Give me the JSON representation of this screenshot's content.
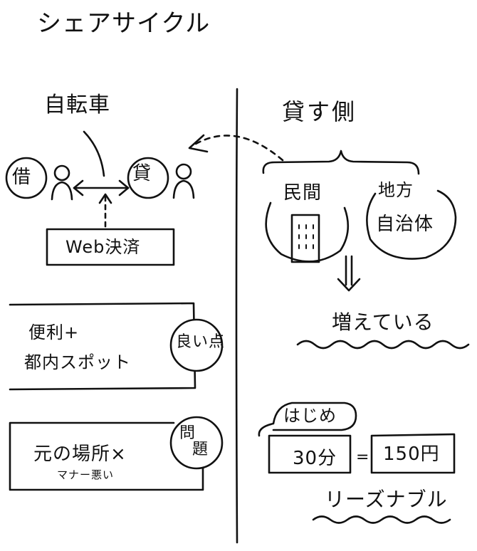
{
  "title": "シェアサイクル",
  "left": {
    "bicycle": "自転車",
    "borrower": "借",
    "lender": "貸",
    "payment": "Web決済"
  },
  "right": {
    "heading": "貸す側",
    "private_sector": "民間",
    "local_gov_line1": "地方",
    "local_gov_line2": "自治体",
    "increasing": "増えている"
  },
  "merits": {
    "line1": "便利+",
    "line2": "都内スポット",
    "badge": "良い点"
  },
  "problems": {
    "badge_line1": "問",
    "badge_line2": "題",
    "line1": "元の場所×",
    "line2": "マナー悪い"
  },
  "pricing": {
    "label": "はじめ",
    "minutes": "30分",
    "equals": "=",
    "price": "150円",
    "reasonable": "リーズナブル"
  }
}
